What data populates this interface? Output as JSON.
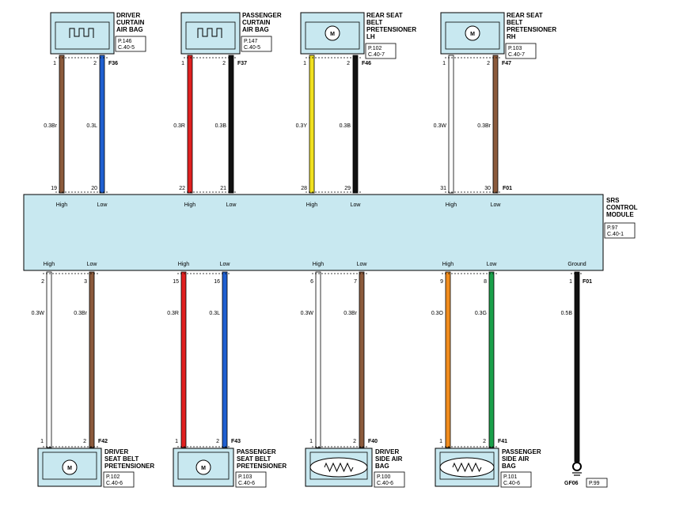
{
  "colors": {
    "box_fill": "#c8e8f0",
    "module_fill": "#c8e8f0",
    "Br": "#8b5a3c",
    "L": "#1f5fd0",
    "R": "#e02020",
    "B": "#111111",
    "Y": "#f0e020",
    "W": "#ffffff",
    "O": "#f08c1e",
    "G": "#1aa04a"
  },
  "module": {
    "label_lines": [
      "SRS",
      "CONTROL",
      "MODULE"
    ],
    "ref_lines": [
      "P.97",
      "C.40-1"
    ],
    "top_connector": "F01",
    "bottom_connector": "F01"
  },
  "top_components": [
    {
      "name_lines": [
        "DRIVER",
        "CURTAIN",
        "AIR BAG"
      ],
      "ref_lines": [
        "P.146",
        "C.40-5"
      ],
      "connector": "F36",
      "symbol": "squib",
      "pins": [
        {
          "pin": "1",
          "wire": "0.3Br",
          "color_key": "Br",
          "module_pin": "19",
          "module_label": "High"
        },
        {
          "pin": "2",
          "wire": "0.3L",
          "color_key": "L",
          "module_pin": "20",
          "module_label": "Low"
        }
      ]
    },
    {
      "name_lines": [
        "PASSENGER",
        "CURTAIN",
        "AIR BAG"
      ],
      "ref_lines": [
        "P.147",
        "C.40-5"
      ],
      "connector": "F37",
      "symbol": "squib",
      "pins": [
        {
          "pin": "1",
          "wire": "0.3R",
          "color_key": "R",
          "module_pin": "22",
          "module_label": "High"
        },
        {
          "pin": "2",
          "wire": "0.3B",
          "color_key": "B",
          "module_pin": "21",
          "module_label": "Low"
        }
      ]
    },
    {
      "name_lines": [
        "REAR SEAT",
        "BELT",
        "PRETENSIONER",
        "LH"
      ],
      "ref_lines": [
        "P.102",
        "C.40-7"
      ],
      "connector": "F46",
      "symbol": "motor",
      "pins": [
        {
          "pin": "1",
          "wire": "0.3Y",
          "color_key": "Y",
          "module_pin": "28",
          "module_label": "High"
        },
        {
          "pin": "2",
          "wire": "0.3B",
          "color_key": "B",
          "module_pin": "29",
          "module_label": "Low"
        }
      ]
    },
    {
      "name_lines": [
        "REAR SEAT",
        "BELT",
        "PRETENSIONER",
        "RH"
      ],
      "ref_lines": [
        "P.103",
        "C.40-7"
      ],
      "connector": "F47",
      "symbol": "motor",
      "pins": [
        {
          "pin": "1",
          "wire": "0.3W",
          "color_key": "W",
          "module_pin": "31",
          "module_label": "High"
        },
        {
          "pin": "2",
          "wire": "0.3Br",
          "color_key": "Br",
          "module_pin": "30",
          "module_label": "Low"
        }
      ]
    }
  ],
  "bottom_components": [
    {
      "name_lines": [
        "DRIVER",
        "SEAT BELT",
        "PRETENSIONER"
      ],
      "ref_lines": [
        "P.102",
        "C.40-6"
      ],
      "connector": "F42",
      "symbol": "motor",
      "pins": [
        {
          "pin": "1",
          "wire": "0.3W",
          "color_key": "W",
          "module_pin": "2",
          "module_label": "High"
        },
        {
          "pin": "2",
          "wire": "0.3Br",
          "color_key": "Br",
          "module_pin": "3",
          "module_label": "Low"
        }
      ]
    },
    {
      "name_lines": [
        "PASSENGER",
        "SEAT BELT",
        "PRETENSIONER"
      ],
      "ref_lines": [
        "P.103",
        "C.40-6"
      ],
      "connector": "F43",
      "symbol": "motor",
      "pins": [
        {
          "pin": "1",
          "wire": "0.3R",
          "color_key": "R",
          "module_pin": "15",
          "module_label": "High"
        },
        {
          "pin": "2",
          "wire": "0.3L",
          "color_key": "L",
          "module_pin": "16",
          "module_label": "Low"
        }
      ]
    },
    {
      "name_lines": [
        "DRIVER",
        "SIDE AIR",
        "BAG"
      ],
      "ref_lines": [
        "P.100",
        "C.40-6"
      ],
      "connector": "F40",
      "symbol": "resistor",
      "pins": [
        {
          "pin": "1",
          "wire": "0.3W",
          "color_key": "W",
          "module_pin": "6",
          "module_label": "High"
        },
        {
          "pin": "2",
          "wire": "0.3Br",
          "color_key": "Br",
          "module_pin": "7",
          "module_label": "Low"
        }
      ]
    },
    {
      "name_lines": [
        "PASSENGER",
        "SIDE AIR",
        "BAG"
      ],
      "ref_lines": [
        "P.101",
        "C.40-6"
      ],
      "connector": "F41",
      "symbol": "resistor",
      "pins": [
        {
          "pin": "1",
          "wire": "0.3O",
          "color_key": "O",
          "module_pin": "9",
          "module_label": "High"
        },
        {
          "pin": "2",
          "wire": "0.3G",
          "color_key": "G",
          "module_pin": "8",
          "module_label": "Low"
        }
      ]
    }
  ],
  "ground": {
    "module_label": "Ground",
    "module_pin": "1",
    "wire": "0.5B",
    "color_key": "B",
    "ground_name": "GF06",
    "ref": "P.99"
  }
}
